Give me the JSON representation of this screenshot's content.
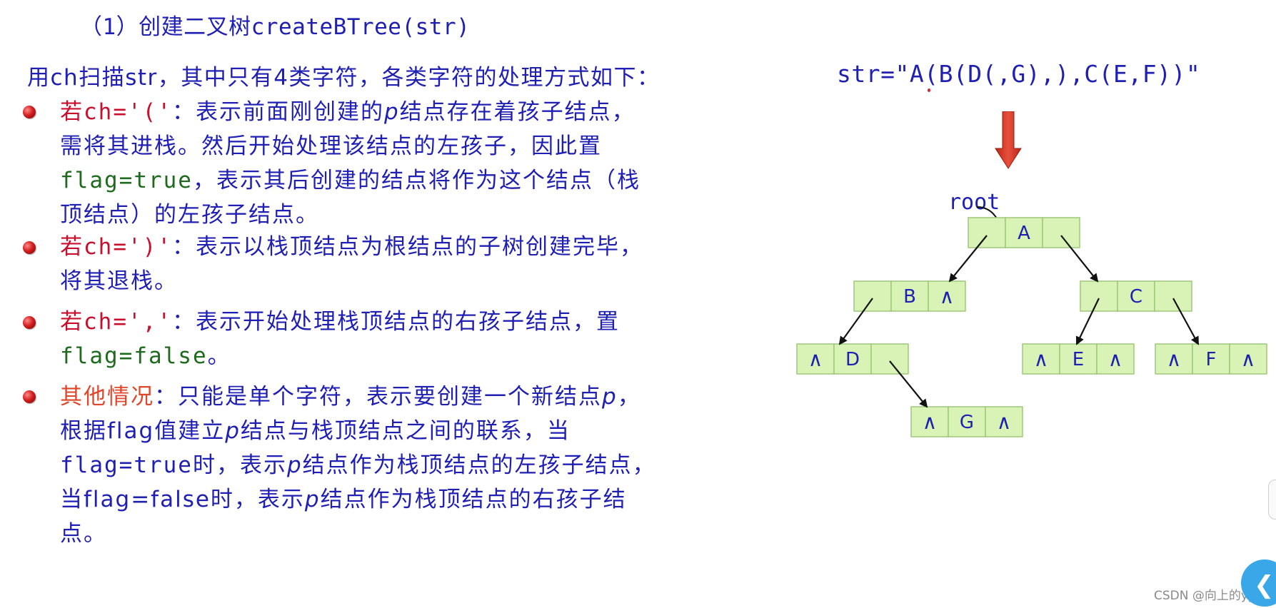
{
  "title": "（1）创建二叉树createBTree(str)",
  "intro": "用ch扫描str，其中只有4类字符，各类字符的处理方式如下：",
  "items": [
    {
      "label": "若ch='('",
      "line1_rest": "：表示前面刚创建的",
      "line1_p": "p",
      "line1_end": "结点存在着孩子结点，",
      "line2": "需将其进栈。然后开始处理该结点的左孩子，因此置",
      "line3_code": "flag=true",
      "line3_rest": "，表示其后创建的结点将作为这个结点（栈",
      "line4": "顶结点）的左孩子结点。"
    },
    {
      "label": "若ch=')'",
      "line1_rest": "：表示以栈顶结点为根结点的子树创建完毕，",
      "line2": "将其退栈。"
    },
    {
      "label": "若ch=','",
      "line1_rest": "：表示开始处理栈顶结点的右孩子结点，置",
      "line2_code": "flag=false",
      "line2_end": "。"
    },
    {
      "label": "其他情况",
      "line1_rest": "：只能是单个字符，表示要创建一个新结点",
      "line1_p": "p",
      "line1_end": "，",
      "line2_a": "根据flag值建立",
      "line2_p": "p",
      "line2_b": "结点与栈顶结点之间的联系，当",
      "line3_code": "flag=true",
      "line3_a": "时，表示",
      "line3_p": "p",
      "line3_b": "结点作为栈顶结点的左孩子结点，",
      "line4_a": "当flag=false时，表示",
      "line4_p": "p",
      "line4_b": "结点作为栈顶结点的右孩子结",
      "line5": "点。"
    }
  ],
  "diagram": {
    "str": "str=\"A(B(D(,G),),C(E,F))\"",
    "root_label": "root",
    "null_symbol": "∧",
    "nodes": {
      "A": "A",
      "B": "B",
      "C": "C",
      "D": "D",
      "E": "E",
      "F": "F",
      "G": "G"
    }
  },
  "watermark": "CSDN @向上的yy",
  "colors": {
    "text_blue": "#1f1fb4",
    "keyword_red": "#c8102e",
    "code_green": "#1e6b1e",
    "node_fill": "#d9f2b5",
    "arrow_red": "#d23a2a"
  },
  "icons": {
    "bullet": "red-ball-bullet-icon",
    "arrow": "down-arrow-icon",
    "back": "chevron-left-icon"
  }
}
